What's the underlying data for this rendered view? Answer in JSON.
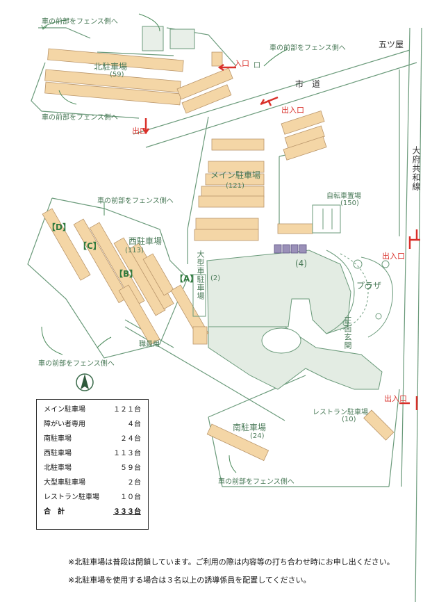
{
  "colors": {
    "stall_fill": "#f4d6a6",
    "stall_stroke": "#b9956a",
    "line": "#6a9a7a",
    "building": "#e3ece3",
    "red": "#d9302a"
  },
  "labels": {
    "fence_nw": "車の前部をフェンス側へ",
    "kita": "北駐車場",
    "kita_count": "(59)",
    "fence_w": "車の前部をフェンス側へ",
    "fence_north": "車の前部をフェンス側へ",
    "gotsuya": "五ツ屋",
    "iriguchi": "入口",
    "guchi": "口",
    "shido": "市　道",
    "deiriguchi_top": "出入口",
    "deguchi": "出口",
    "main": "メイン駐車場",
    "main_count": "(121)",
    "jitensha": "自転車置場",
    "jitensha_count": "(150)",
    "fence_west": "車の前部をフェンス側へ",
    "nishi": "西駐車場",
    "nishi_count": "(113)",
    "d": "【D】",
    "c": "【C】",
    "b": "【B】",
    "a": "【A】",
    "ogata": "大型車駐車場",
    "ogata_count": "(2)",
    "four": "(4)",
    "plaza": "プラザ",
    "deiriguchi_right": "出入口",
    "shomen": "正面玄関",
    "shokuin": "職員用",
    "fence_sw": "車の前部をフェンス側へ",
    "obu": "大府共和線",
    "restaurant": "レストラン駐車場",
    "restaurant_count": "(10)",
    "deiriguchi_bottom": "出入口",
    "minami": "南駐車場",
    "minami_count": "(24)",
    "fence_south": "車の前部をフェンス側へ"
  },
  "summary": [
    {
      "name": "メイン駐車場",
      "value": "１２１台"
    },
    {
      "name": "障がい者専用",
      "value": "４台"
    },
    {
      "name": "南駐車場",
      "value": "２４台"
    },
    {
      "name": "西駐車場",
      "value": "１１３台"
    },
    {
      "name": "北駐車場",
      "value": "５９台"
    },
    {
      "name": "大型車駐車場",
      "value": "２台"
    },
    {
      "name": "レストラン駐車場",
      "value": "１０台"
    }
  ],
  "total": {
    "name": "合　計",
    "value": "３３３台"
  },
  "notes": [
    "※北駐車場は普段は閉鎖しています。ご利用の際は内容等の打ち合わせ時にお申し出ください。",
    "※北駐車場を使用する場合は３名以上の誘導係員を配置してください。"
  ]
}
